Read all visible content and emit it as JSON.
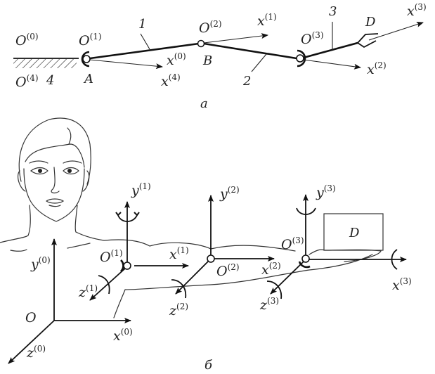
{
  "figure": {
    "panel_a": {
      "caption": "а",
      "frames": [
        {
          "id": "O0",
          "base": "O",
          "sup": "(0)"
        },
        {
          "id": "O1",
          "base": "O",
          "sup": "(1)"
        },
        {
          "id": "O2",
          "base": "O",
          "sup": "(2)"
        },
        {
          "id": "O3",
          "base": "O",
          "sup": "(3)"
        },
        {
          "id": "O4",
          "base": "O",
          "sup": "(4)"
        }
      ],
      "axes": [
        {
          "id": "x0",
          "base": "x",
          "sup": "(0)"
        },
        {
          "id": "x1",
          "base": "x",
          "sup": "(1)"
        },
        {
          "id": "x2",
          "base": "x",
          "sup": "(2)"
        },
        {
          "id": "x3",
          "base": "x",
          "sup": "(3)"
        },
        {
          "id": "x4",
          "base": "x",
          "sup": "(4)"
        }
      ],
      "points": {
        "A": "A",
        "B": "B",
        "D": "D"
      },
      "links": {
        "l1": "1",
        "l2": "2",
        "l3": "3",
        "l4": "4"
      }
    },
    "panel_b": {
      "caption": "б",
      "origin": "O",
      "frames": [
        {
          "id": "O1",
          "base": "O",
          "sup": "(1)"
        },
        {
          "id": "O2",
          "base": "O",
          "sup": "(2)"
        },
        {
          "id": "O3",
          "base": "O",
          "sup": "(3)"
        }
      ],
      "axes": {
        "x0": {
          "base": "x",
          "sup": "(0)"
        },
        "y0": {
          "base": "y",
          "sup": "(0)"
        },
        "z0": {
          "base": "z",
          "sup": "(0)"
        },
        "x1": {
          "base": "x",
          "sup": "(1)"
        },
        "y1": {
          "base": "y",
          "sup": "(1)"
        },
        "z1": {
          "base": "z",
          "sup": "(1)"
        },
        "x2": {
          "base": "x",
          "sup": "(2)"
        },
        "y2": {
          "base": "y",
          "sup": "(2)"
        },
        "z2": {
          "base": "z",
          "sup": "(2)"
        },
        "x3": {
          "base": "x",
          "sup": "(3)"
        },
        "y3": {
          "base": "y",
          "sup": "(3)"
        },
        "z3": {
          "base": "z",
          "sup": "(3)"
        }
      },
      "object_label": "D"
    }
  }
}
